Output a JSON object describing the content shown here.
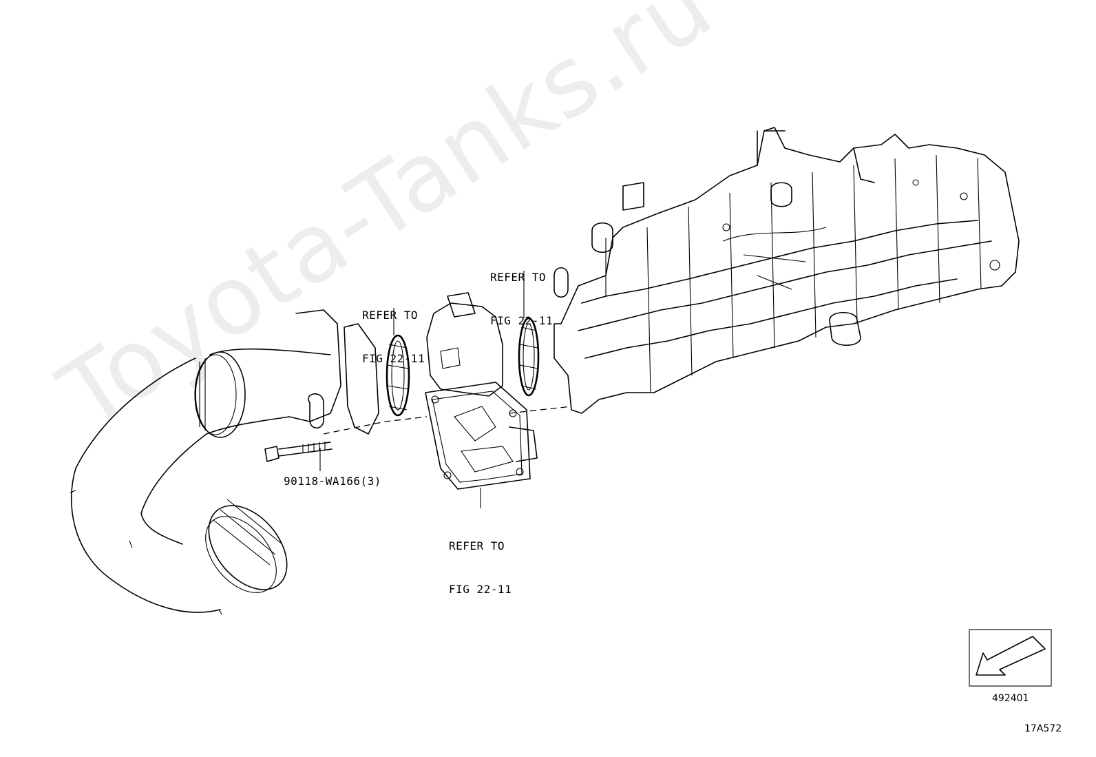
{
  "watermark": "Toyota-Tanks.ru",
  "labels": {
    "refer_upper_right": [
      "REFER TO",
      "FIG 22-11"
    ],
    "refer_upper_left": [
      "REFER TO",
      "FIG 22-11"
    ],
    "refer_lower": [
      "REFER TO",
      "FIG 22-11"
    ],
    "bolt_part": "90118-WA166(3)"
  },
  "nav_box": {
    "code": "492401",
    "icon": "arrow-down-left-icon"
  },
  "figure_code": "17A572"
}
